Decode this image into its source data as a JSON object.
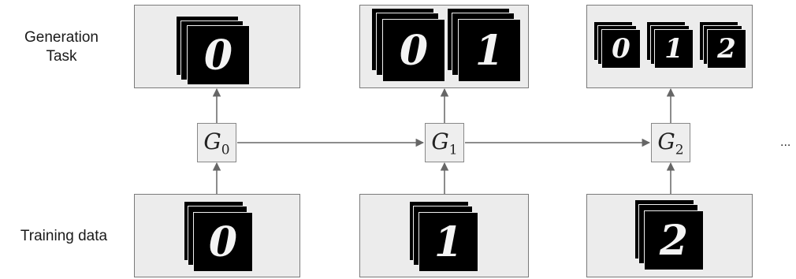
{
  "row_labels": {
    "generation": "Generation\nTask",
    "training": "Training data"
  },
  "generators": [
    {
      "symbol": "G",
      "subscript": "0"
    },
    {
      "symbol": "G",
      "subscript": "1"
    },
    {
      "symbol": "G",
      "subscript": "2"
    }
  ],
  "continuation": "...",
  "generation_tasks": [
    {
      "digits": [
        "0"
      ]
    },
    {
      "digits": [
        "0",
        "1"
      ]
    },
    {
      "digits": [
        "0",
        "1",
        "2"
      ]
    }
  ],
  "training_data": [
    {
      "digits": [
        "0"
      ]
    },
    {
      "digits": [
        "1"
      ]
    },
    {
      "digits": [
        "2"
      ]
    }
  ],
  "colors": {
    "panel": "#ececec",
    "border": "#7a7a7a",
    "arrow": "#666666",
    "card": "#000000"
  }
}
